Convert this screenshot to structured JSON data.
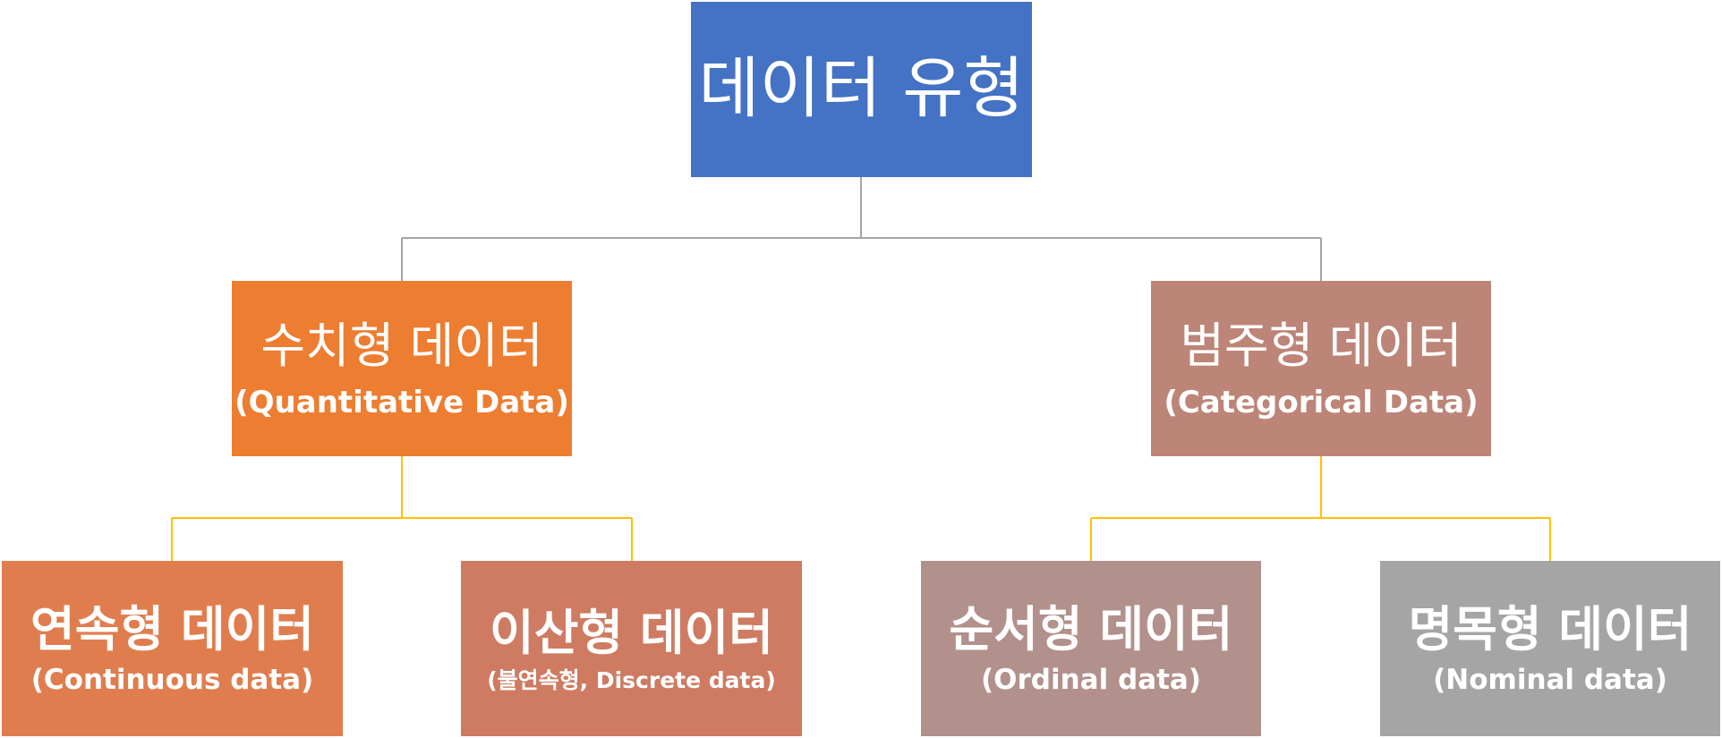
{
  "root": {
    "title": "데이터 유형"
  },
  "level1": [
    {
      "title": "수치형 데이터",
      "subtitle": "(Quantitative Data)"
    },
    {
      "title": "범주형 데이터",
      "subtitle": "(Categorical Data)"
    }
  ],
  "level2": [
    {
      "title": "연속형 데이터",
      "subtitle": "(Continuous data)"
    },
    {
      "title": "이산형 데이터",
      "subtitle": "(불연속형, Discrete data)"
    },
    {
      "title": "순서형 데이터",
      "subtitle": "(Ordinal data)"
    },
    {
      "title": "명목형 데이터",
      "subtitle": "(Nominal data)"
    }
  ],
  "colors": {
    "root": "#4472c4",
    "quantitative": "#ed7d31",
    "categorical": "#bc8577",
    "continuous": "#e07d4e",
    "discrete": "#ce7b62",
    "ordinal": "#b2908c",
    "nominal": "#a5a5a5",
    "connector_root": "#a5a5a5",
    "connector_level1": "#ffc000"
  }
}
